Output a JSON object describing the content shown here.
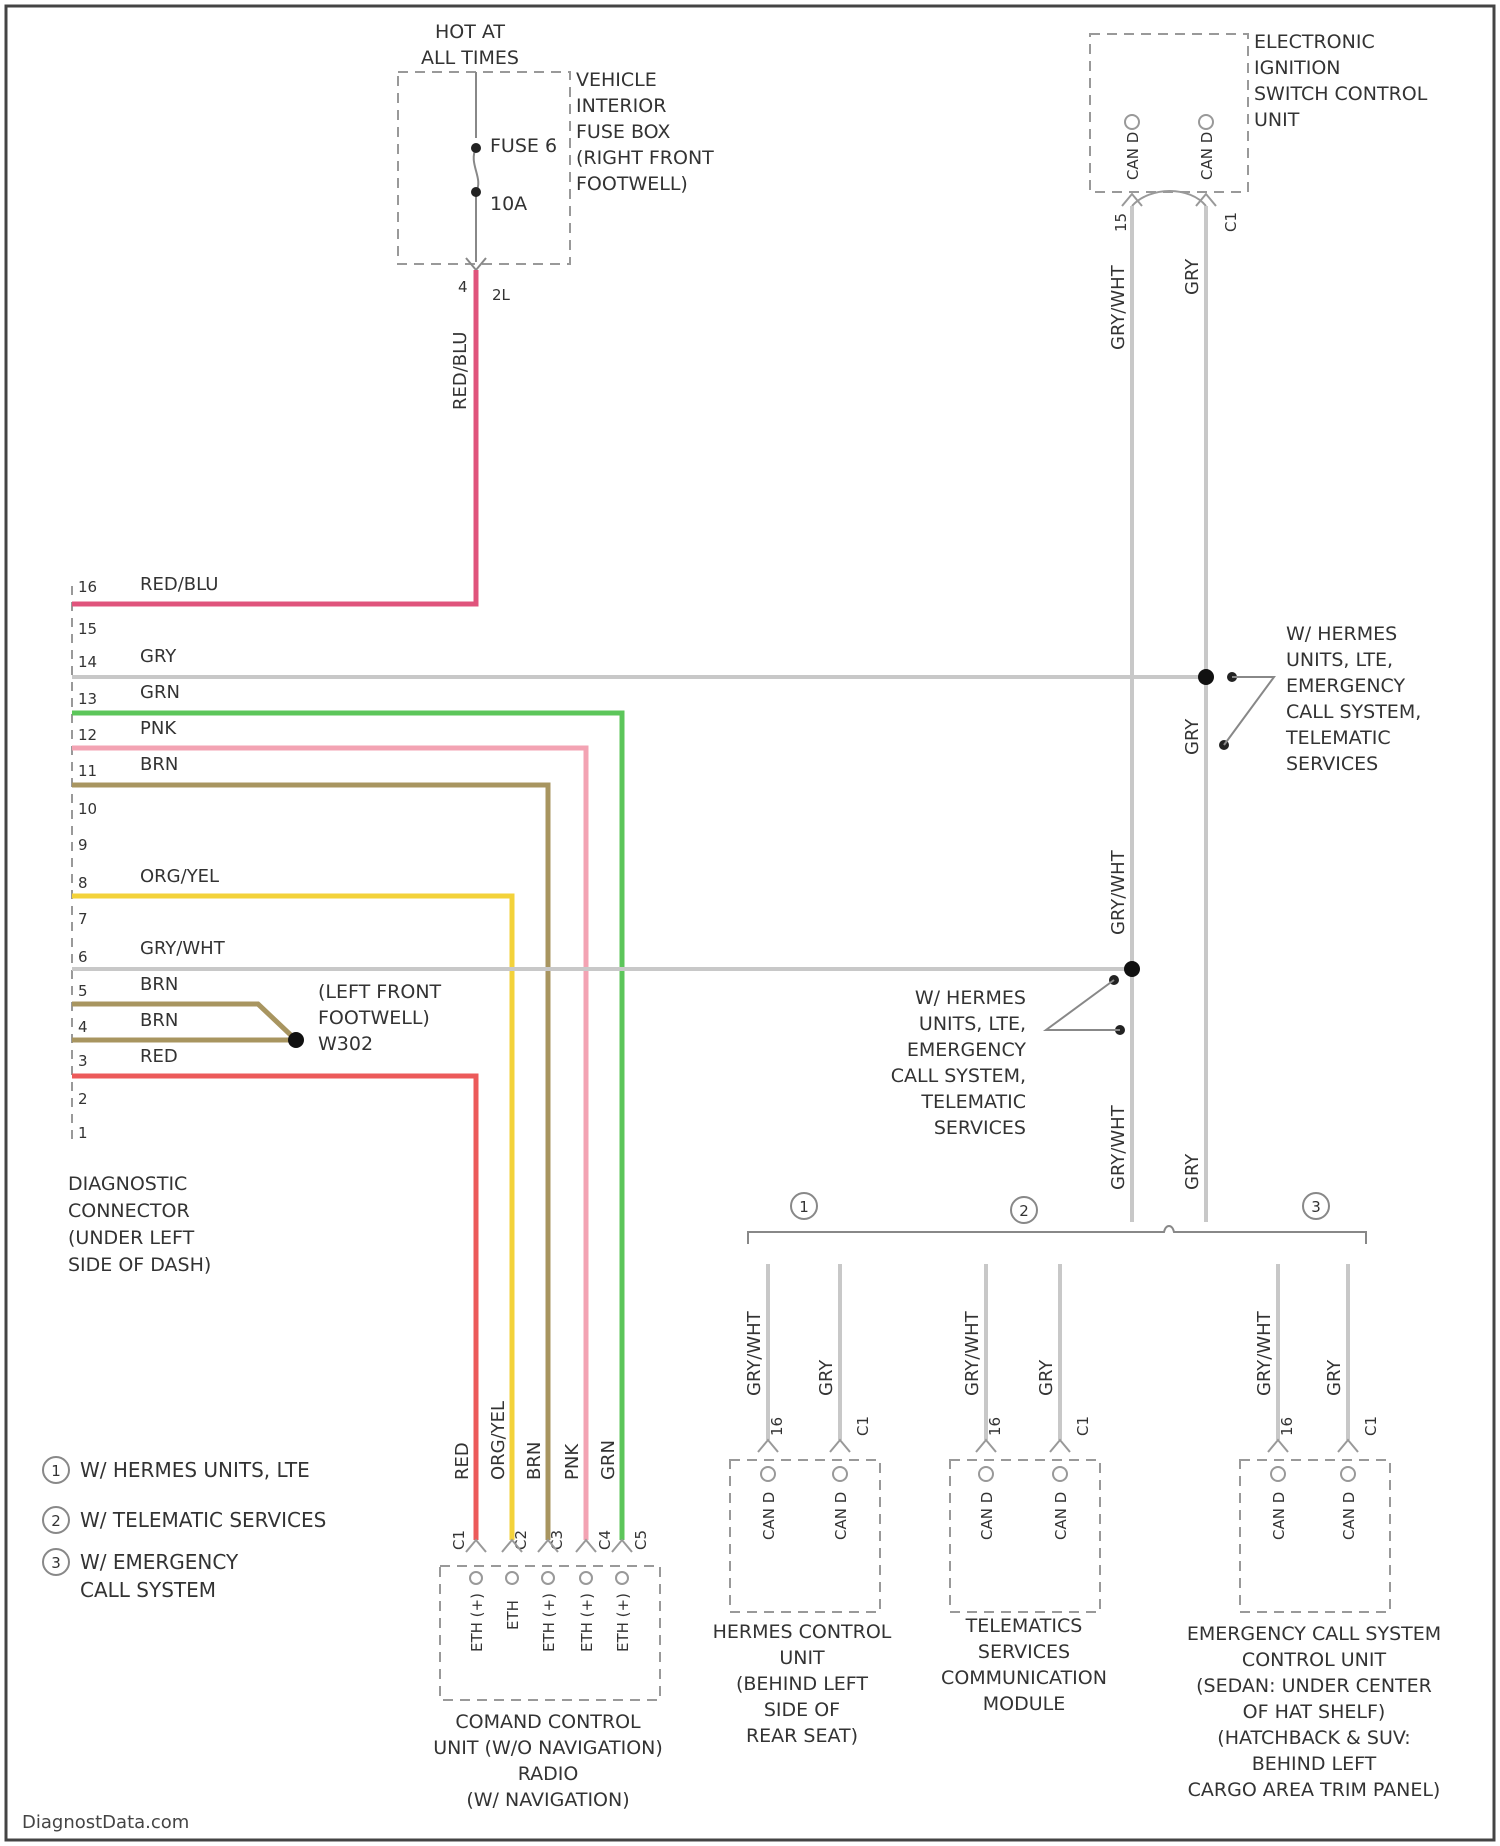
{
  "labels": {
    "hot_at_all_times": [
      "HOT AT",
      "ALL TIMES"
    ],
    "fuse_box": [
      "VEHICLE",
      "INTERIOR",
      "FUSE BOX",
      "(RIGHT FRONT",
      "FOOTWELL)"
    ],
    "fuse_name": "FUSE 6",
    "fuse_rating": "10A",
    "eis": [
      "ELECTRONIC",
      "IGNITION",
      "SWITCH CONTROL",
      "UNIT"
    ],
    "diag": [
      "DIAGNOSTIC",
      "CONNECTOR",
      "(UNDER LEFT",
      "SIDE OF DASH)"
    ],
    "splice_w302": [
      "(LEFT FRONT",
      "FOOTWELL)",
      "W302"
    ],
    "hermes_w_right": [
      "W/ HERMES",
      "UNITS, LTE,",
      "EMERGENCY",
      "CALL SYSTEM,",
      "TELEMATIC",
      "SERVICES"
    ],
    "hermes_w_center": [
      "W/ HERMES",
      "UNITS, LTE,",
      "EMERGENCY",
      "CALL SYSTEM,",
      "TELEMATIC",
      "SERVICES"
    ],
    "comand": [
      "COMAND CONTROL",
      "UNIT (W/O NAVIGATION)",
      "RADIO",
      "(W/ NAVIGATION)"
    ],
    "hermes_unit": [
      "HERMES CONTROL",
      "UNIT",
      "(BEHIND LEFT",
      "SIDE OF",
      "REAR SEAT)"
    ],
    "telematics_unit": [
      "TELEMATICS",
      "SERVICES",
      "COMMUNICATION",
      "MODULE"
    ],
    "ecall_unit": [
      "EMERGENCY CALL SYSTEM",
      "CONTROL UNIT",
      "(SEDAN: UNDER CENTER",
      "OF HAT SHELF)",
      "(HATCHBACK & SUV:",
      "BEHIND LEFT",
      "CARGO AREA TRIM PANEL)"
    ]
  },
  "legend": [
    {
      "num": "1",
      "text": [
        "W/ HERMES UNITS, LTE"
      ]
    },
    {
      "num": "2",
      "text": [
        "W/ TELEMATIC SERVICES"
      ]
    },
    {
      "num": "3",
      "text": [
        "W/ EMERGENCY",
        "CALL SYSTEM"
      ]
    }
  ],
  "wires": {
    "red_blu": "RED/BLU",
    "gry": "GRY",
    "grn": "GRN",
    "pnk": "PNK",
    "brn": "BRN",
    "org_yel": "ORG/YEL",
    "gry_wht": "GRY/WHT",
    "red": "RED"
  },
  "pins": {
    "diag": [
      "16",
      "15",
      "14",
      "13",
      "12",
      "11",
      "10",
      "9",
      "8",
      "7",
      "6",
      "5",
      "4",
      "3",
      "2",
      "1"
    ],
    "fuse_out": "4",
    "fuse_conn": "2L",
    "eis_pins": [
      "15",
      "C1"
    ],
    "eis_can": [
      "CAN D",
      "CAN D"
    ],
    "comand_pins": [
      "C1",
      "C2",
      "C3",
      "C4",
      "C5"
    ],
    "comand_sig": [
      "ETH (+)",
      "ETH",
      "ETH (+)",
      "ETH (+)",
      "ETH (+)"
    ],
    "module_pins": [
      "16",
      "C1"
    ],
    "module_can": [
      "CAN D",
      "CAN D"
    ]
  },
  "branch_markers": [
    "1",
    "2",
    "3"
  ],
  "watermark": "DiagnostData.com",
  "colors": {
    "red_blu": "#e0547c",
    "gry": "#c8c8c8",
    "grn": "#5cc65a",
    "pnk": "#f3a3b3",
    "brn": "#a89560",
    "org_yel": "#f3d23a",
    "red": "#ec5a5a",
    "line": "#888888"
  }
}
